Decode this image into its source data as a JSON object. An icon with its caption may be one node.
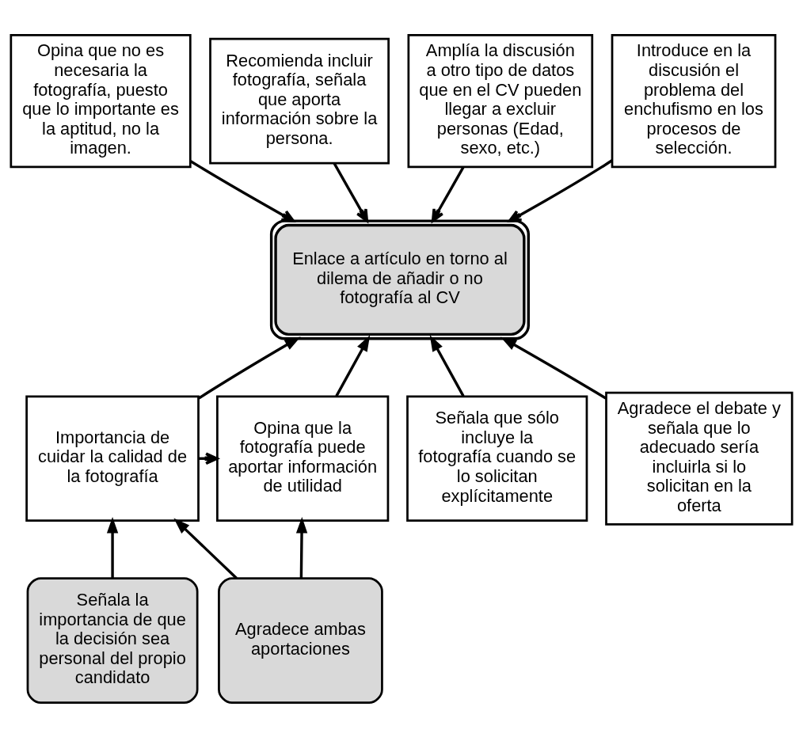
{
  "diagram": {
    "nodes": [
      {
        "text": [
          "Opina que no es necesaria la fotografía, puesto que lo importante es la aptitud, no la imagen."
        ]
      },
      {
        "text": [
          "Recomienda incluir fotografía, señala que aporta información sobre la persona."
        ]
      },
      {
        "text": [
          "Amplía la discusión a otro tipo de datos que en el CV pueden llegar a excluir personas (Edad, sexo, etc.)"
        ]
      },
      {
        "text": [
          "Introduce en la discusión el problema del enchufismo en los procesos de selección."
        ]
      },
      {
        "text": [
          "Enlace a artículo en torno al dilema de añadir o no fotografía al CV"
        ]
      },
      {
        "text": [
          "Opina que la fotografía puede aportar información de utilidad"
        ]
      },
      {
        "text": [
          "Importancia de cuidar la calidad de la fotografía"
        ]
      },
      {
        "text": [
          "Señala que sólo incluye la fotografía cuando se lo solicitan explícitamente"
        ]
      },
      {
        "text": [
          "Agradece el debate y señala que lo adecuado sería incluirla si lo solicitan en la oferta"
        ]
      },
      {
        "text": [
          "Agradece ambas aportaciones"
        ]
      },
      {
        "text": [
          "Señala la importancia de que la decisión sea personal del propio candidato"
        ]
      }
    ],
    "edges": [
      {
        "from": 0,
        "to": 4,
        "arrow": "to"
      },
      {
        "from": 1,
        "to": 4,
        "arrow": "to"
      },
      {
        "from": 2,
        "to": 4,
        "arrow": "to"
      },
      {
        "from": 3,
        "to": 4,
        "arrow": "to"
      },
      {
        "from": 5,
        "to": 4,
        "arrow": "to"
      },
      {
        "from": 6,
        "to": 4,
        "arrow": "to"
      },
      {
        "from": 7,
        "to": 4,
        "arrow": "to"
      },
      {
        "from": 8,
        "to": 4,
        "arrow": "to"
      },
      {
        "from": 6,
        "to": 5,
        "arrow": "to"
      },
      {
        "from": 9,
        "to": 5,
        "arrow": "to"
      },
      {
        "from": 9,
        "to": 6,
        "arrow": "to"
      },
      {
        "from": 10,
        "to": 6,
        "arrow": "to"
      }
    ]
  }
}
